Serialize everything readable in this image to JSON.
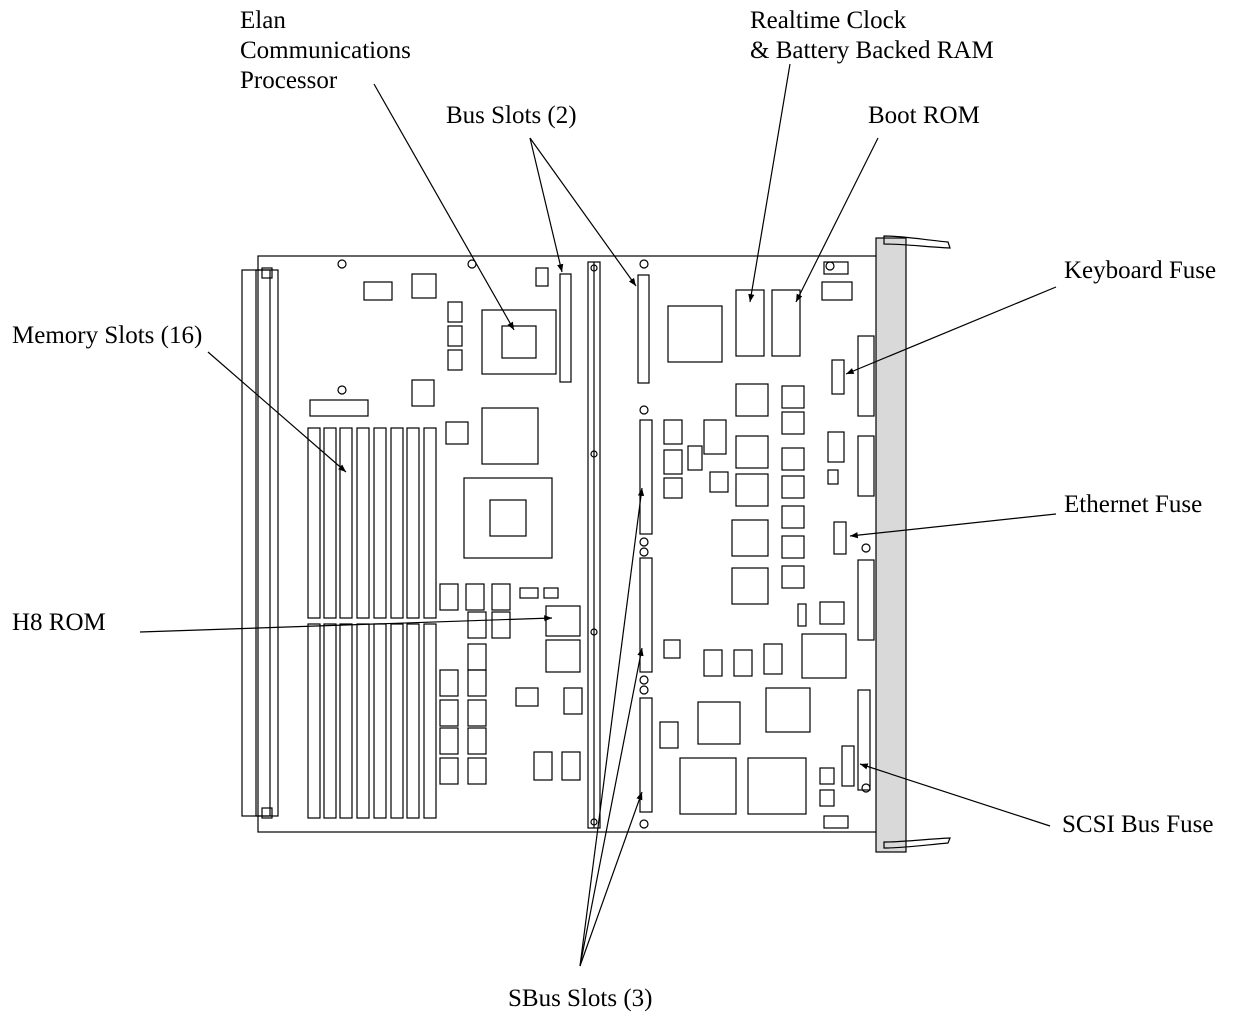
{
  "diagram": {
    "colors": {
      "ink": "#000000",
      "board": "#ffffff",
      "panel": "#d9d9d9"
    },
    "callouts": {
      "elan": {
        "lines": [
          "Elan",
          "Communications",
          "Processor"
        ]
      },
      "bus_slots": {
        "lines": [
          "Bus Slots (2)"
        ]
      },
      "realtime_clock": {
        "lines": [
          "Realtime Clock",
          "& Battery Backed RAM"
        ]
      },
      "boot_rom": {
        "lines": [
          "Boot ROM"
        ]
      },
      "keyboard_fuse": {
        "lines": [
          "Keyboard Fuse"
        ]
      },
      "memory_slots": {
        "lines": [
          "Memory Slots (16)"
        ]
      },
      "ethernet_fuse": {
        "lines": [
          "Ethernet Fuse"
        ]
      },
      "h8_rom": {
        "lines": [
          "H8 ROM"
        ]
      },
      "scsi_bus_fuse": {
        "lines": [
          "SCSI Bus Fuse"
        ]
      },
      "sbus_slots": {
        "lines": [
          "SBus Slots (3)"
        ]
      }
    }
  }
}
